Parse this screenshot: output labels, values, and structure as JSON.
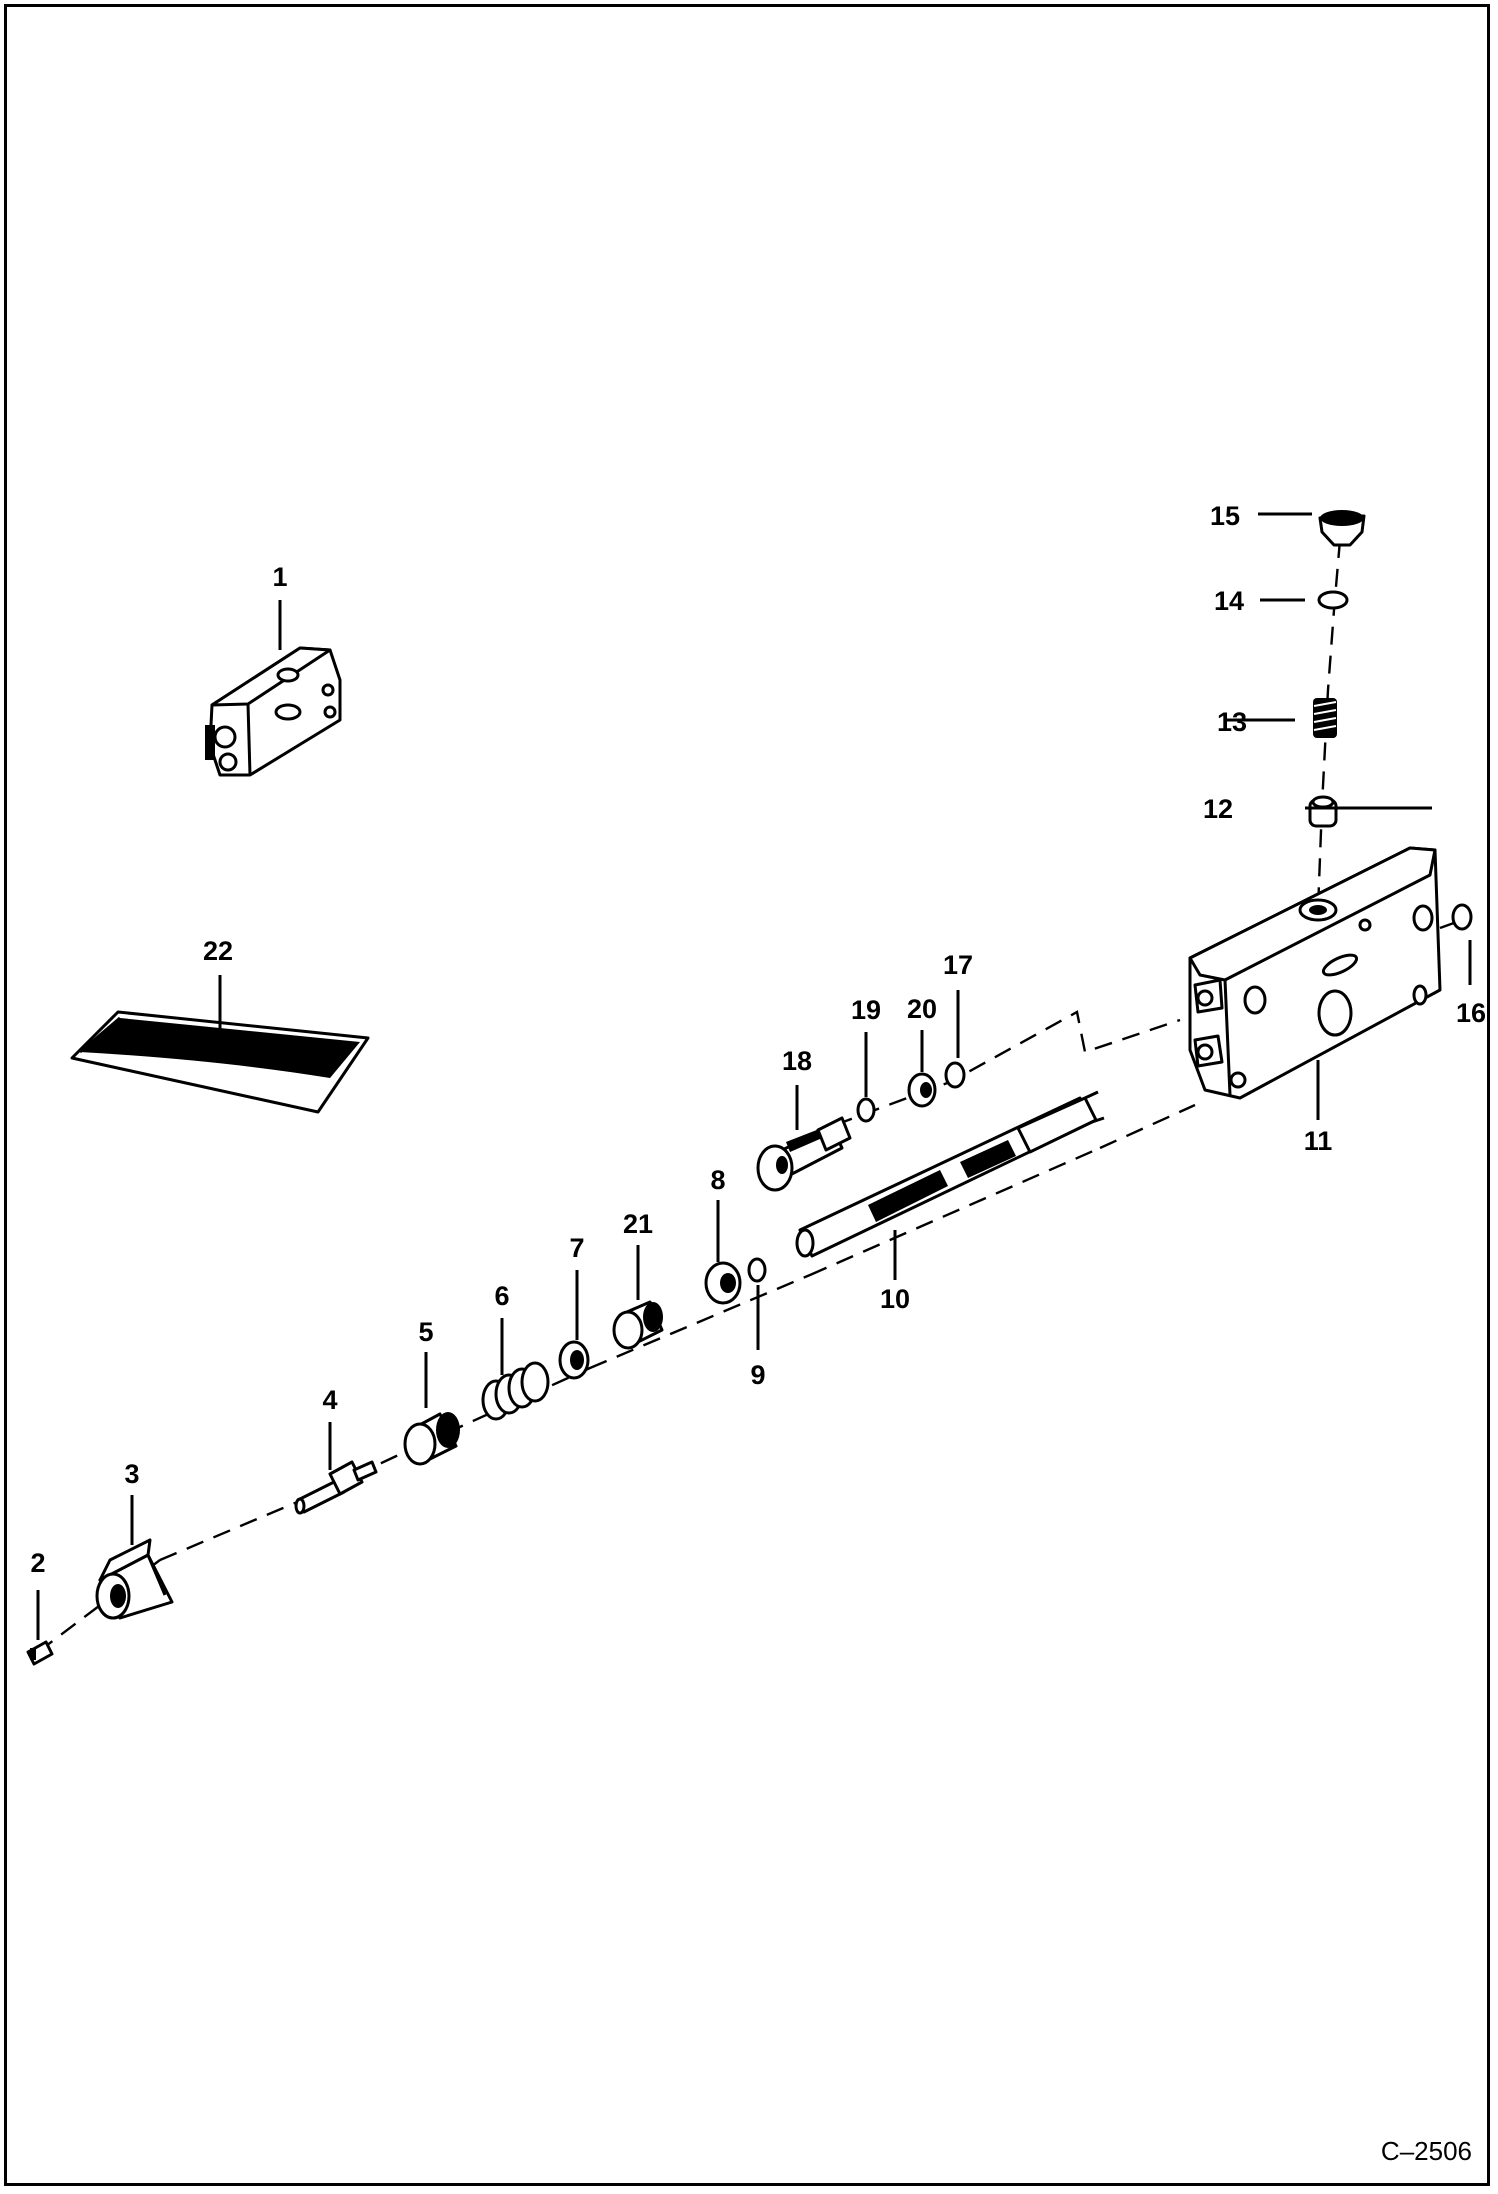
{
  "drawing_code": "C–2506",
  "callouts": [
    {
      "id": "callout-1",
      "text": "1"
    },
    {
      "id": "callout-2",
      "text": "2"
    },
    {
      "id": "callout-3",
      "text": "3"
    },
    {
      "id": "callout-4",
      "text": "4"
    },
    {
      "id": "callout-5",
      "text": "5"
    },
    {
      "id": "callout-6",
      "text": "6"
    },
    {
      "id": "callout-7",
      "text": "7"
    },
    {
      "id": "callout-8",
      "text": "8"
    },
    {
      "id": "callout-9",
      "text": "9"
    },
    {
      "id": "callout-10",
      "text": "10"
    },
    {
      "id": "callout-11",
      "text": "11"
    },
    {
      "id": "callout-12",
      "text": "12"
    },
    {
      "id": "callout-13",
      "text": "13"
    },
    {
      "id": "callout-14",
      "text": "14"
    },
    {
      "id": "callout-15",
      "text": "15"
    },
    {
      "id": "callout-16",
      "text": "16"
    },
    {
      "id": "callout-17",
      "text": "17"
    },
    {
      "id": "callout-18",
      "text": "18"
    },
    {
      "id": "callout-19",
      "text": "19"
    },
    {
      "id": "callout-20",
      "text": "20"
    },
    {
      "id": "callout-21",
      "text": "21"
    },
    {
      "id": "callout-22",
      "text": "22"
    }
  ]
}
